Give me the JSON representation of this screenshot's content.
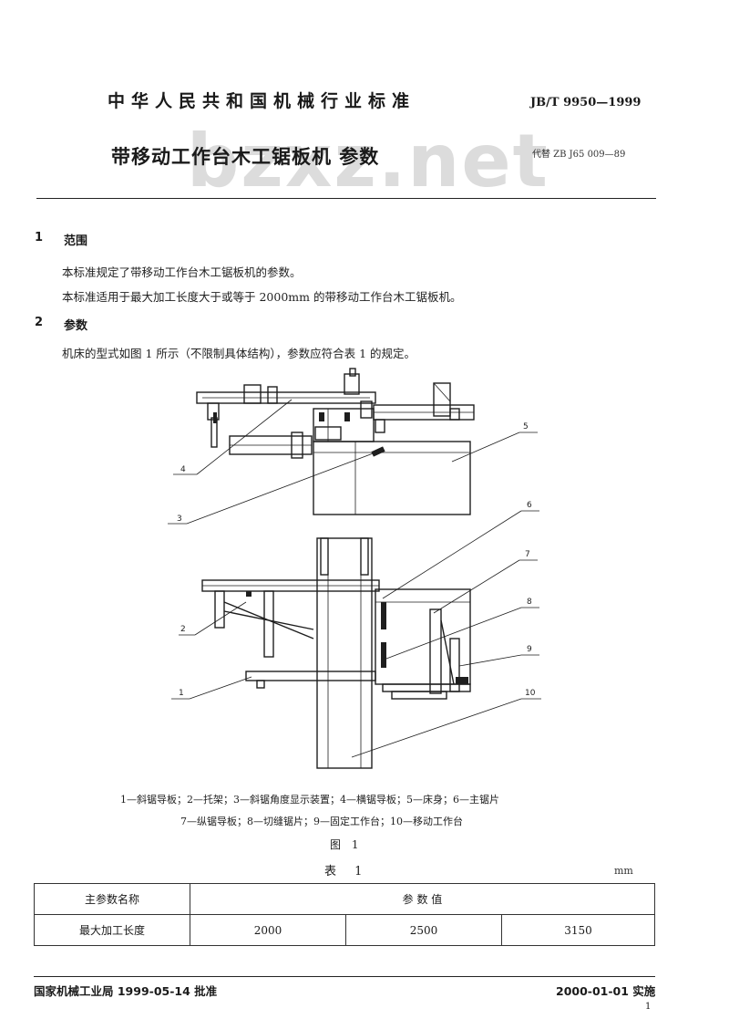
{
  "header": {
    "category": "中华人民共和国机械行业标准",
    "standard_no": "JB/T 9950—1999",
    "title": "带移动工作台木工锯板机  参数",
    "replaces": "代替 ZB J65 009—89",
    "watermark": "bzxz.net"
  },
  "sections": [
    {
      "num": "1",
      "title": "范围",
      "paragraphs": [
        "本标准规定了带移动工作台木工锯板机的参数。",
        "本标准适用于最大加工长度大于或等于 2000mm 的带移动工作台木工锯板机。"
      ]
    },
    {
      "num": "2",
      "title": "参数",
      "paragraphs": [
        "机床的型式如图 1 所示（不限制具体结构），参数应符合表 1 的规定。"
      ]
    }
  ],
  "figure": {
    "callouts": [
      "1",
      "2",
      "3",
      "4",
      "5",
      "6",
      "7",
      "8",
      "9",
      "10"
    ],
    "legend_line1": "1—斜锯导板；2—托架；3—斜锯角度显示装置；4—横锯导板；5—床身；6—主锯片",
    "legend_line2": "7—纵锯导板；8—切缝锯片；9—固定工作台；10—移动工作台",
    "label": "图 1"
  },
  "table": {
    "title": "表 1",
    "unit": "mm",
    "header_name": "主参数名称",
    "header_value": "参    数    值",
    "row_name": "最大加工长度",
    "values": [
      "2000",
      "2500",
      "3150"
    ]
  },
  "footer": {
    "issuer": "国家机械工业局 1999-05-14 批准",
    "effective": "2000-01-01 实施",
    "page": "1"
  }
}
